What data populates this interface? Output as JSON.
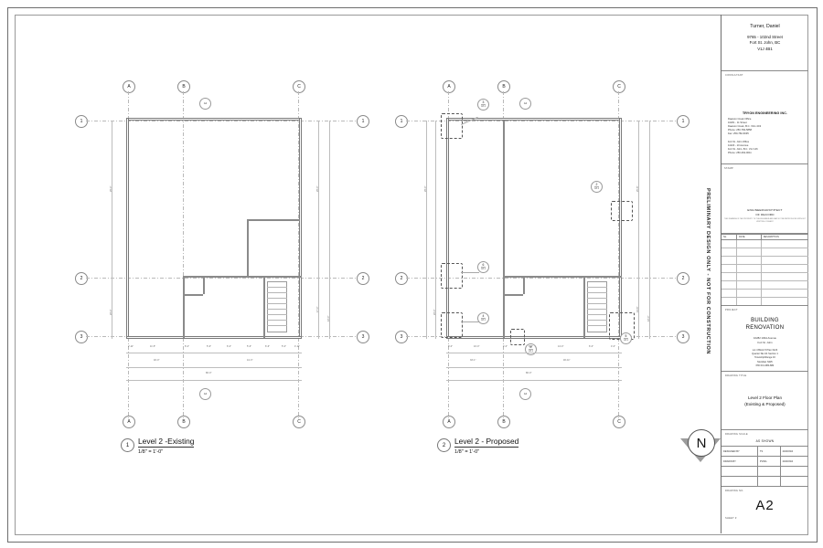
{
  "sheet": {
    "title_block": {
      "client": {
        "name": "Turner, Daniel",
        "address_line1": "9765 - 102nd Street",
        "address_line2": "Fort St. John, BC",
        "address_line3": "V1J 4B1"
      },
      "consultant": {
        "label": "CONSULTANT",
        "firm": "TRYON ENGINEERING INC.",
        "office1_title": "Dawson Creek Office",
        "office1_l1": "10201 - 11 Street",
        "office1_l2": "Dawson Creek, B.C. V1G 4C3",
        "office1_l3": "Phone: 250-782-5858",
        "office1_l4": "Fax: 250-782-6035",
        "office2_title": "Fort St. John Office",
        "office2_l1": "11023 - 10 Avenue",
        "office2_l2": "Fort St. John, B.C. V1J 1J6",
        "office2_l3": "Phone: 250-262-0011"
      },
      "stamp": {
        "label": "STAMP",
        "eor_line1": "ENGINEER/ARCHITECT",
        "eor_line2": "OF RECORD",
        "eor_note": "THIS DRAWING IS THE PROPERTY OF THE ENGINEER AND MAY NOT BE REPRODUCED WITHOUT WRITTEN CONSENT"
      },
      "revisions": {
        "col_no": "No.",
        "col_date": "DATE",
        "col_desc": "DESCRIPTION",
        "rows": []
      },
      "project": {
        "label": "Project",
        "name_line1": "BUILDING",
        "name_line2": "RENOVATION",
        "addr_line1": "10282 100A Avenue",
        "addr_line2": "Fort St. John",
        "legal_line1": "Lot 4 Block 5 Plan 3123",
        "legal_line2": "Quarter SE 1/4 Section 1",
        "legal_line3": "Township/Range 16",
        "legal_line4": "Meridian NW6",
        "legal_line5": "PID 013-980-884"
      },
      "drawing": {
        "label": "Drawing Title",
        "title_line1": "Level 2 Floor Plan",
        "title_line2": "(Existing & Proposed)"
      },
      "scale": {
        "label": "Drawing Scale",
        "value": "AS SHOWN"
      },
      "signoff": {
        "designed_label": "DESIGNED BY",
        "designed_by": "TS",
        "designed_date": "2023/03/4",
        "drawn_label": "DRAWN BY",
        "drawn_by": "PVMG",
        "drawn_date": "2023/03/4"
      },
      "sheet_no": {
        "label": "Drawing No.",
        "value": "A2",
        "sheet_of_label": "Sheet #"
      },
      "preliminary_stamp": "PRELIMINARY DESIGN ONLY - NOT FOR CONSTRUCTION"
    },
    "plans": [
      {
        "key": "existing",
        "number": "1",
        "name": "Level 2 -Existing",
        "scale": "1/8\" = 1'-0\"",
        "grid_letters": [
          "A",
          "B",
          "C"
        ],
        "grid_numbers": [
          "1",
          "2",
          "3"
        ],
        "dim_strings_bottom": [
          "2'-11\"",
          "11'-5\"",
          "8'-4\"",
          "5'-6\"",
          "6'-0\"",
          "5'-6\"",
          "6'-6\"",
          "5'-0\"",
          "4'-11\""
        ],
        "dim_overall_left": "40'-0\"",
        "dim_overall_right": "41'-3\"",
        "dim_overall_total": "80'-0\"",
        "dim_left_side": [
          "5'-6\"",
          "29'-0\"",
          "23'-0\""
        ],
        "dim_right_side": [
          "5'-6\"",
          "29'-0\"",
          "17'-0\"",
          "10'-0\"",
          "13'-0\""
        ],
        "section_mark_top": "A4",
        "section_mark_bottom": "A4"
      },
      {
        "key": "proposed",
        "number": "2",
        "name": "Level 2 - Proposed",
        "scale": "1/8\" = 1'-0\"",
        "grid_letters": [
          "A",
          "B",
          "C"
        ],
        "grid_numbers": [
          "1",
          "2",
          "3"
        ],
        "dim_strings_bottom": [
          "8'-0\"",
          "10'-0\"",
          "4'-0\"",
          "6'-0\"",
          "14'-0\"",
          "6'-0\"",
          "4'-0\""
        ],
        "dim_overall_left": "33'-1\"",
        "dim_overall_right": "46'-11\"",
        "dim_overall_total": "80'-0\"",
        "dim_left_side": [
          "5'-6\"",
          "29'-0\"",
          "23'-0\""
        ],
        "dim_right_side": [
          "5'-6\"",
          "25'-6\"",
          "14'-6\"",
          "13'-0\""
        ],
        "section_mark_top": "A4",
        "section_mark_bottom": "A4",
        "detail_callouts": [
          {
            "num": "3",
            "sheet": "A3.1"
          },
          {
            "num": "2",
            "sheet": "A3.1"
          },
          {
            "num": "6",
            "sheet": "A3.1"
          },
          {
            "num": "4",
            "sheet": "A3.1"
          },
          {
            "num": "8",
            "sheet": "A3.1"
          },
          {
            "num": "5",
            "sheet": "A3.1"
          }
        ]
      }
    ],
    "north_arrow": {
      "label": "N",
      "name": "north-arrow"
    }
  }
}
